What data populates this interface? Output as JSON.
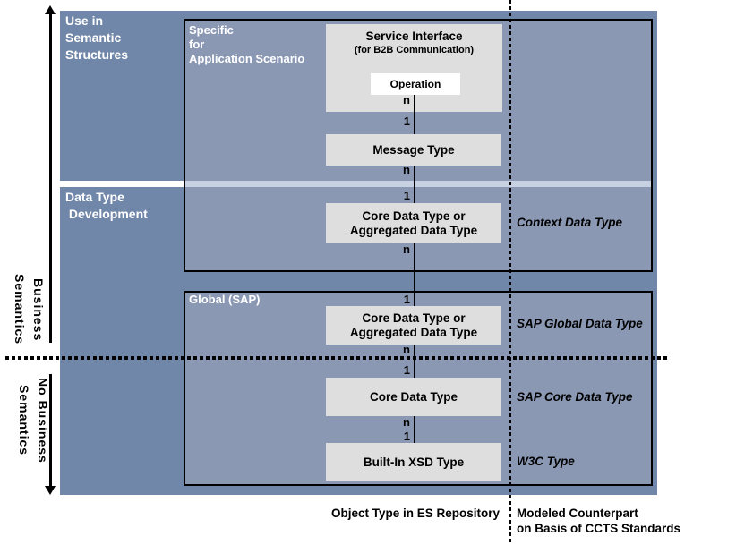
{
  "colors": {
    "outer_blue": "#7187A9",
    "panel_blue": "#8A98B4",
    "stripe_blue": "#C8D1E1",
    "box_gray": "#DEDEDE",
    "box_white": "#FFFFFF",
    "line_black": "#000000",
    "text_white": "#FFFFFF",
    "text_black": "#000000"
  },
  "left_column": {
    "use_in_lines": [
      "Use in",
      "Semantic",
      "Structures"
    ],
    "data_type_dev_lines": [
      "Data Type",
      " Development"
    ]
  },
  "axis_labels": {
    "business_lines": [
      "Business",
      "Semantics"
    ],
    "no_business_lines": [
      "No Business",
      "Semantics"
    ]
  },
  "panel1": {
    "header_lines": [
      "Specific",
      "for",
      "Application Scenario"
    ],
    "service_interface_title": "Service Interface",
    "service_interface_subtitle": "(for B2B Communication)",
    "operation_label": "Operation",
    "message_type_label": "Message Type",
    "core_aggregated_lines": [
      "Core Data Type or",
      "Aggregated Data Type"
    ]
  },
  "panel2": {
    "header": "Global (SAP)",
    "core_aggregated_lines": [
      "Core Data Type or",
      "Aggregated Data Type"
    ],
    "core_data_type_label": "Core Data Type",
    "built_in_xsd_label": "Built-In XSD Type"
  },
  "cardinality": {
    "many": "n",
    "one": "1"
  },
  "right_labels": {
    "context": "Context Data Type",
    "sap_global": "SAP Global Data Type",
    "sap_core": "SAP Core Data Type",
    "w3c": "W3C Type"
  },
  "footer": {
    "object_type": "Object Type in ES Repository",
    "modeled_lines": [
      "Modeled Counterpart",
      "on Basis of CCTS Standards"
    ]
  }
}
